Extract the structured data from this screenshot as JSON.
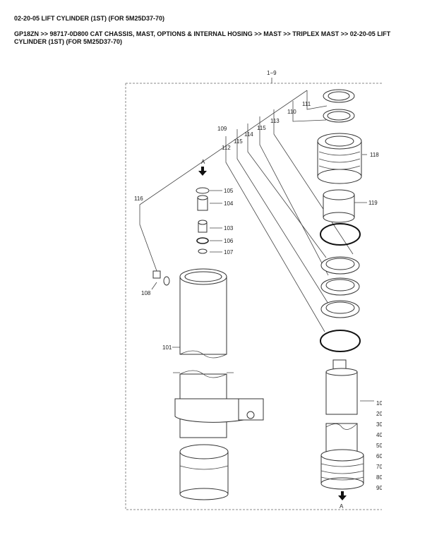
{
  "header": {
    "title": "02-20-05 LIFT CYLINDER (1ST) (FOR 5M25D37-70)",
    "breadcrumb": "GP18ZN >> 98717-0D800 CAT CHASSIS, MAST, OPTIONS & INTERNAL HOSING >> MAST >> TRIPLEX MAST >> 02-20-05 LIFT CYLINDER (1ST) (FOR 5M25D37-70)"
  },
  "diagram": {
    "assembly_label": "1−9",
    "view_marker": "A",
    "callouts": {
      "c111": "111",
      "c110": "110",
      "c113": "113",
      "c115a": "115",
      "c114": "114",
      "c109": "109",
      "c115b": "115",
      "c112": "112",
      "c118": "118",
      "c119": "119",
      "c105": "105",
      "c104": "104",
      "c103": "103",
      "c106": "106",
      "c107": "107",
      "c116": "116",
      "c108": "108",
      "c101": "101"
    },
    "side_list": [
      "10",
      "20",
      "30",
      "40",
      "50",
      "60",
      "70",
      "80",
      "90"
    ]
  }
}
